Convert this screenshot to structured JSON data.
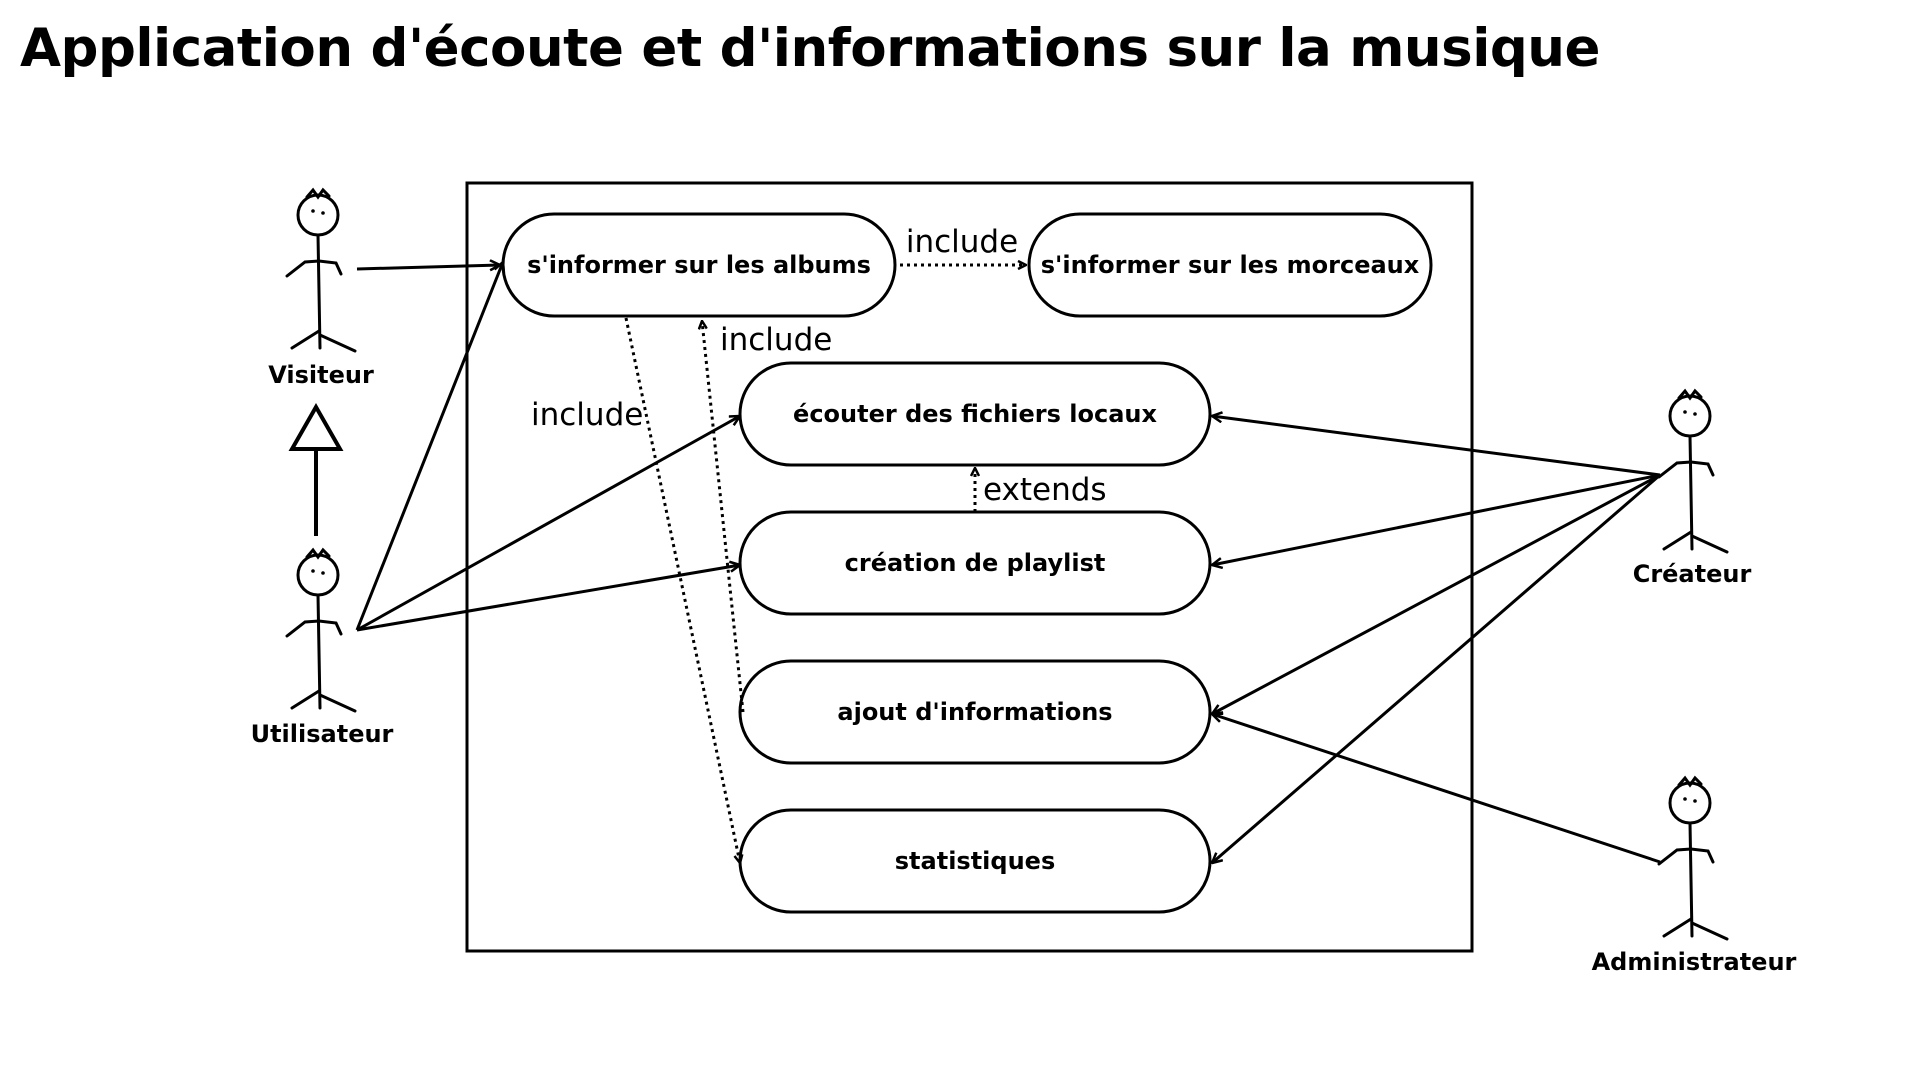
{
  "title": "Application d'écoute et d'informations sur la musique",
  "use_cases": {
    "albums": "s'informer sur les albums",
    "morceaux": "s'informer sur les morceaux",
    "ecouter": "écouter des fichiers locaux",
    "playlist": "création de playlist",
    "ajout": "ajout d'informations",
    "stats": "statistiques"
  },
  "actors": {
    "visiteur": "Visiteur",
    "utilisateur": "Utilisateur",
    "createur": "Créateur",
    "administrateur": "Administrateur"
  },
  "relations": {
    "include_top": "include",
    "include_mid": "include",
    "include_left": "include",
    "extends": "extends"
  }
}
